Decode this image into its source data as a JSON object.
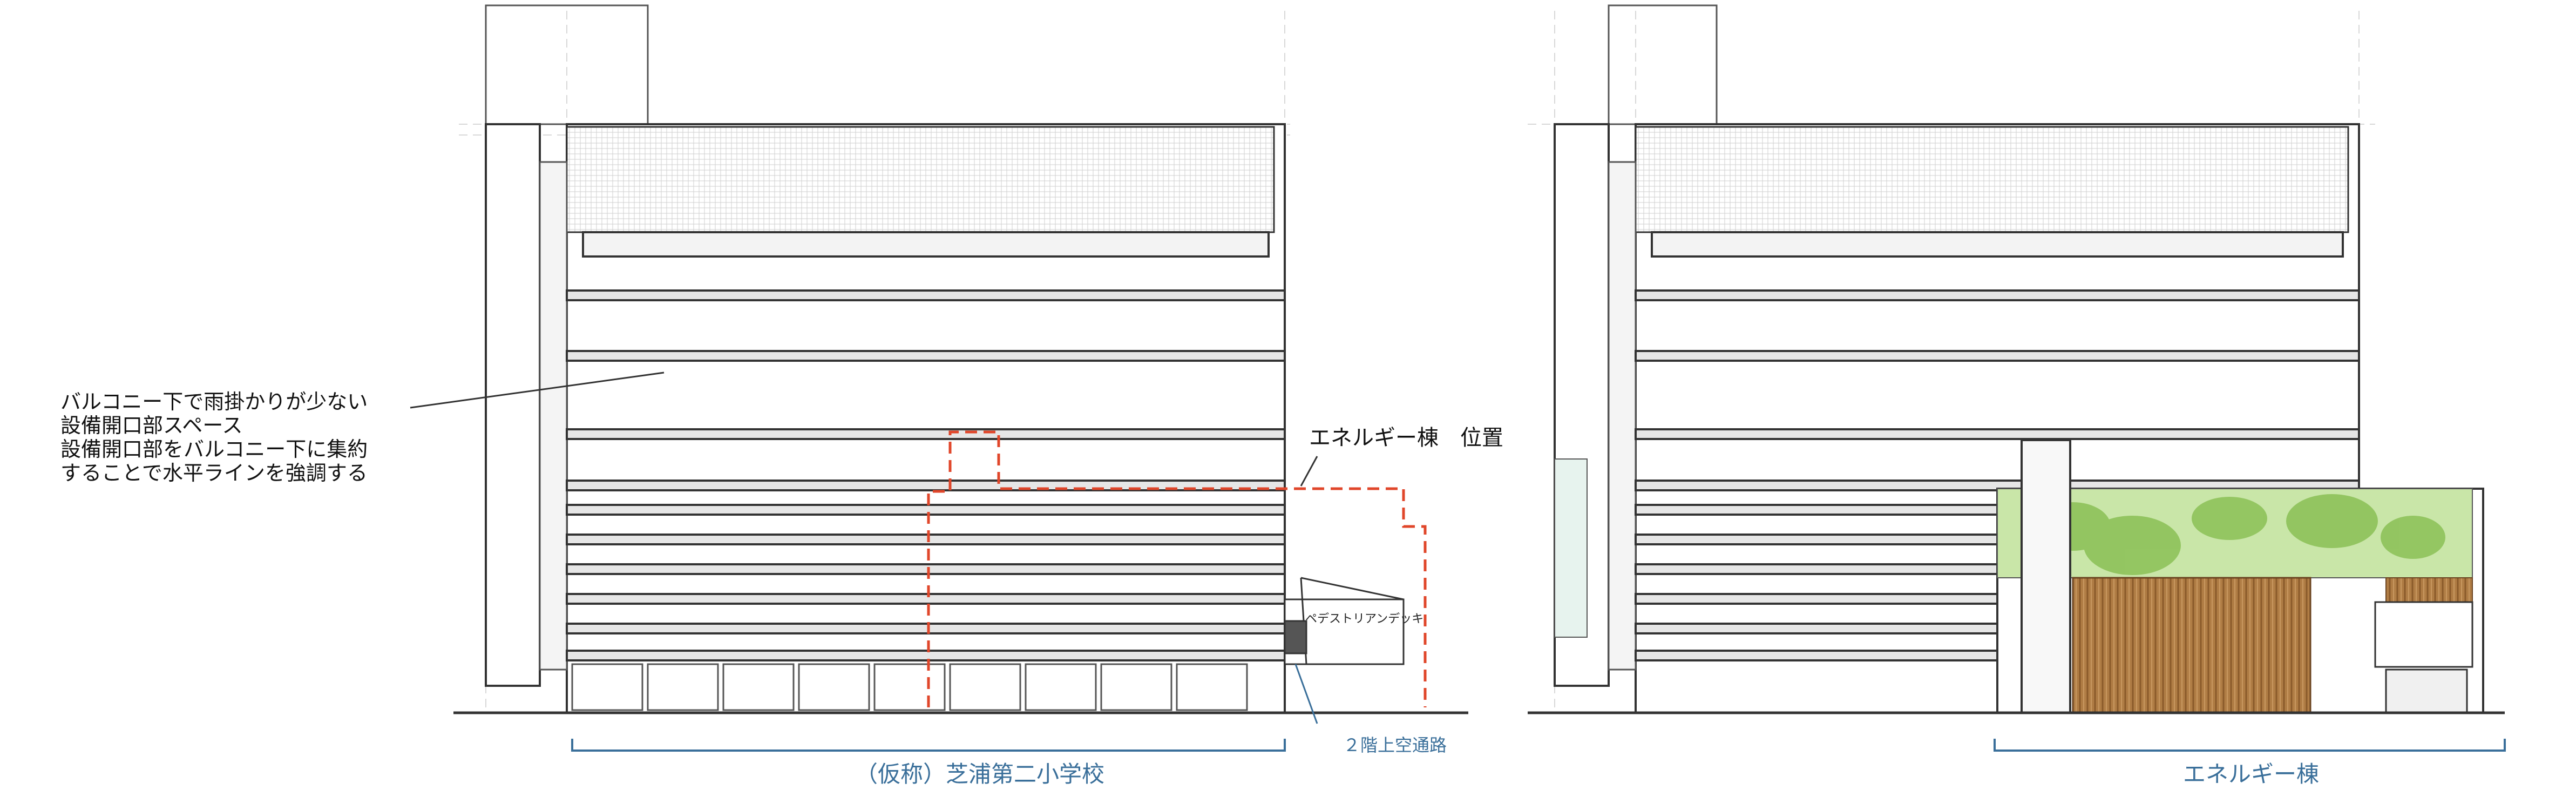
{
  "annotations": {
    "balcony_note": [
      "バルコニー下で雨掛かりが少ない",
      "設備開口部スペース",
      "設備開口部をバルコニー下に集約",
      "することで水平ラインを強調する"
    ],
    "energy_building_position": "エネルギー棟　位置",
    "pedestrian_deck": "ペデストリアンデッキ",
    "second_floor_bridge": "２階上空通路"
  },
  "captions": {
    "left": "（仮称）芝浦第二小学校",
    "right": "エネルギー棟"
  },
  "colors": {
    "line": "#333333",
    "accent_dashed": "#e0462a",
    "caption": "#3a6f9a",
    "wood": "#a8763e",
    "greenery": "#9ccf5e"
  }
}
